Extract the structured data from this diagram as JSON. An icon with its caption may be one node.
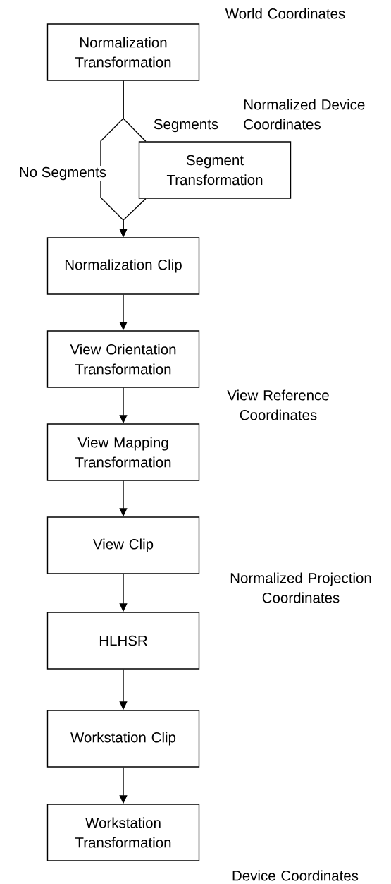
{
  "diagram": {
    "nodes": [
      {
        "text": [
          "Normalization Transformation"
        ]
      },
      {
        "text": [
          "Segment Transformation"
        ]
      },
      {
        "text": [
          "Normalization Clip"
        ]
      },
      {
        "text": [
          "View Orientation Transformation"
        ]
      },
      {
        "text": [
          "View Mapping Transformation"
        ]
      },
      {
        "text": [
          "View Clip"
        ]
      },
      {
        "text": [
          "HLHSR"
        ]
      },
      {
        "text": [
          "Workstation Clip"
        ]
      },
      {
        "text": [
          "Workstation Transformation"
        ]
      }
    ],
    "edges": [
      {
        "from": 0,
        "to": 1,
        "arrow": "none",
        "label": "Segments"
      },
      {
        "from": 0,
        "to": 2,
        "arrow": "to",
        "label": "No Segments"
      },
      {
        "from": 1,
        "to": 2,
        "arrow": "to"
      },
      {
        "from": 2,
        "to": 3,
        "arrow": "to"
      },
      {
        "from": 3,
        "to": 4,
        "arrow": "to"
      },
      {
        "from": 4,
        "to": 5,
        "arrow": "to"
      },
      {
        "from": 5,
        "to": 6,
        "arrow": "to"
      },
      {
        "from": 6,
        "to": 7,
        "arrow": "to"
      },
      {
        "from": 7,
        "to": 8,
        "arrow": "to"
      }
    ],
    "labels": [
      "World Coordinates",
      "Normalized Device Coordinates",
      "View Reference Coordinates",
      "Normalized Projection Coordinates",
      "Device Coordinates"
    ]
  }
}
